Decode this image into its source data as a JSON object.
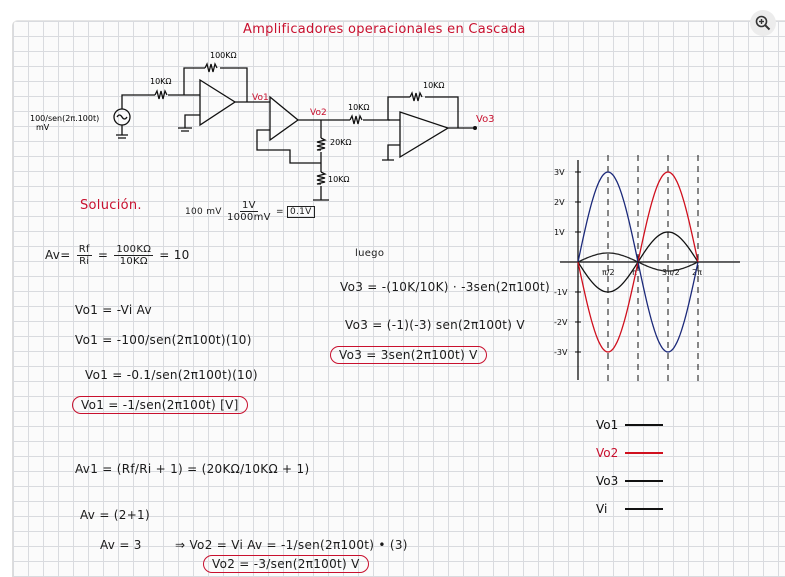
{
  "title": "Amplificadores operacionales en Cascada",
  "circuit": {
    "source_label": "100/sen(2π.100t)",
    "source_unit": "mV",
    "r_in1": "10KΩ",
    "r_f1": "100KΩ",
    "vo1": "Vo1",
    "vo2": "Vo2",
    "r_20k": "20KΩ",
    "r_10k_gnd": "10KΩ",
    "r_in3": "10KΩ",
    "r_f3": "10KΩ",
    "vo3": "Vo3"
  },
  "solution": {
    "heading": "Solución.",
    "conv_lhs": "100 mV",
    "conv_num": "1V",
    "conv_den": "1000mV",
    "conv_result": "0.1V",
    "av_lhs": "Av=",
    "av_num1": "Rf",
    "av_den1": "Ri",
    "av_num2": "100KΩ",
    "av_den2": "10KΩ",
    "av_result": "= 10",
    "vo1_line1": "Vo1 = -Vi Av",
    "vo1_line2": "Vo1 = -100/sen(2π100t)(10)",
    "vo1_line3": "Vo1 = -0.1/sen(2π100t)(10)",
    "vo1_result": "Vo1 = -1/sen(2π100t) [V]",
    "av2_lhs": "Av1 =",
    "av2_expr": "(Rf/Ri + 1) = (20KΩ/10KΩ + 1)",
    "av2_line2": "Av = (2+1)",
    "av2_line3": "Av = 3",
    "vo2_line": "⇒  Vo2 = Vi Av = -1/sen(2π100t) • (3)",
    "vo2_result": "Vo2 = -3/sen(2π100t) V",
    "luego": "luego",
    "vo3_line1": "Vo3 = -(10K/10K) · -3sen(2π100t)",
    "vo3_line2": "Vo3 = (-1)(-3) sen(2π100t) V",
    "vo3_result": "Vo3 = 3sen(2π100t) V"
  },
  "graph": {
    "y_ticks": [
      "3V",
      "2V",
      "1V",
      "-1V",
      "-2V",
      "-3V"
    ],
    "x_ticks": [
      "π/2",
      "π",
      "3π/2",
      "2π"
    ],
    "legend": [
      {
        "label": "Vo1",
        "color": "#111111"
      },
      {
        "label": "Vo2",
        "color": "#d0101e"
      },
      {
        "label": "Vo3",
        "color": "#111111"
      },
      {
        "label": "Vi",
        "color": "#111111"
      }
    ],
    "series": [
      {
        "name": "Vo1",
        "amplitude": -1,
        "color": "#111111"
      },
      {
        "name": "Vo2",
        "amplitude": -3,
        "color": "#d0101e"
      },
      {
        "name": "Vo3",
        "amplitude": 3,
        "color": "#1c2a7a"
      },
      {
        "name": "Vi",
        "amplitude": 0.3,
        "color": "#222222"
      }
    ]
  },
  "viewer": {
    "zoom_icon": "zoom-in-icon"
  }
}
